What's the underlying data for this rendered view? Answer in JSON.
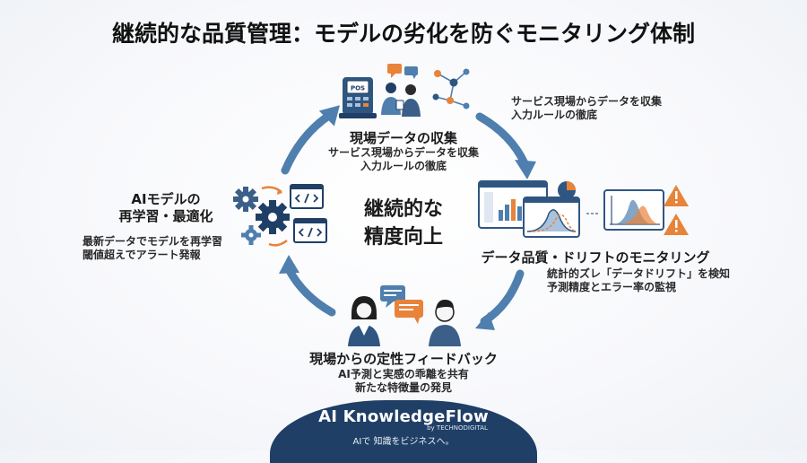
{
  "title": "継続的な品質管理：モデルの劣化を防ぐモニタリング体制",
  "center": {
    "line1": "継続的な",
    "line2": "精度向上"
  },
  "collect": {
    "heading": "現場データの収集",
    "desc1": "サービス現場からデータを収集",
    "desc2": "入力ルールの徹底",
    "side1": "サービス現場からデータを収集",
    "side2": "入力ルールの徹底",
    "pos_label": "POS"
  },
  "monitor": {
    "heading": "データ品質・ドリフトのモニタリング",
    "desc1": "統計的ズレ「データドリフト」を検知",
    "desc2": "予測精度とエラー率の監視"
  },
  "feedback": {
    "heading": "現場からの定性フィードバック",
    "desc1": "AI予測と実感の乖離を共有",
    "desc2": "新たな特徴量の発見"
  },
  "retrain": {
    "heading1": "AIモデルの",
    "heading2": "再学習・最適化",
    "desc1": "最新データでモデルを再学習",
    "desc2": "閾値超えでアラート発報"
  },
  "footer": {
    "brand": "AI KnowledgeFlow",
    "by": "by TECHNODIGITAL",
    "tagline": "AIで 知識をビジネスへ。"
  },
  "colors": {
    "arrow": "#4f7fae",
    "navy": "#1f3f66",
    "orange": "#e8833a",
    "gear": "#3b5f88",
    "warning": "#e8833a"
  }
}
